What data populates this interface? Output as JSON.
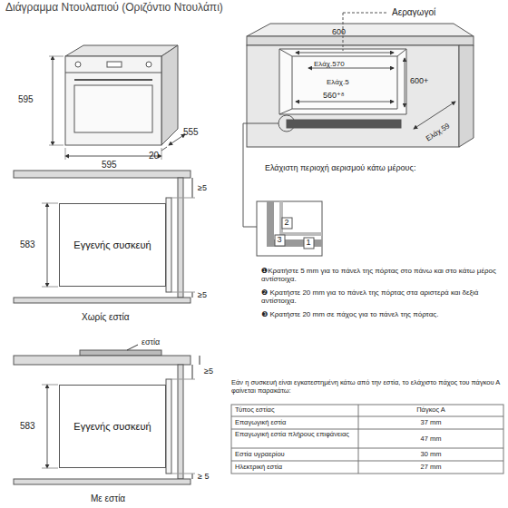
{
  "diagram": {
    "title": "Διάγραμμα Ντουλαπιού (Οριζόντιο Ντουλάπι)",
    "nodes": [
      {
        "text": [
          "Εγγενής συσκευή"
        ]
      },
      {
        "text": [
          "Εγγενής συσκευή"
        ]
      }
    ],
    "labels": [
      "595",
      "595",
      "20",
      "555",
      "Αεραγωγοί",
      "600",
      "Ελάχ.570",
      "Ελάχ.5",
      "600+",
      "560⁺⁸",
      "Ελάχ.59",
      "Ελάχιστη περιοχή αερισμού κάτω μέρους:",
      "2",
      "3",
      "1",
      "❶Κρατήστε 5 mm για το πάνελ της πόρτας στο πάνω και στο κάτω μέρος αντίστοιχα.",
      "❷ Κρατήστε 20 mm για το πάνελ της πόρτας στα αριστερά και δεξιά αντίστοιχα.",
      "❸ Κρατήστε 20 mm σε πάχος για το πάνελ της πόρτας.",
      "≥5",
      "583",
      "≥5",
      "Χωρίς εστία",
      "εστία",
      "≥5",
      "583",
      "≥ 5",
      "Με εστία",
      "Εάν η συσκευή είναι εγκατεστημένη κάτω από την εστία, το ελάχιστο πάχος του πάγκου Α φαίνεται παρακάτω:",
      "Τύπος εστίας",
      "Πάγκος Α",
      "Επαγωγική εστία",
      "37 mm",
      "Επαγωγική εστία πλήρους επιφάνειας",
      "47 mm",
      "Εστία υγραερίου",
      "30 mm",
      "Ηλεκτρική εστία",
      "27 mm"
    ]
  }
}
